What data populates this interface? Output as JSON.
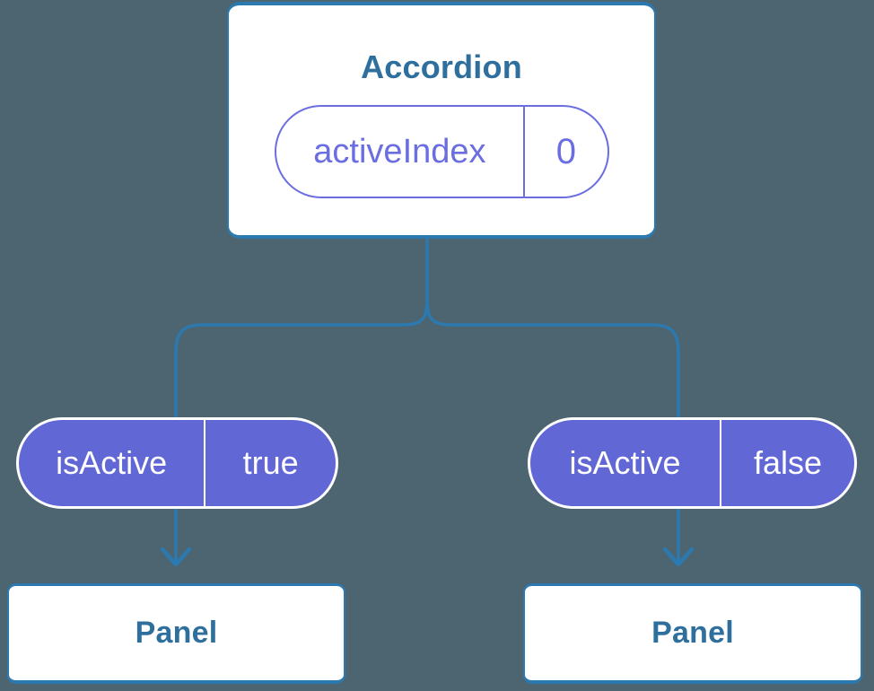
{
  "diagram": {
    "description": "Component tree diagram",
    "root": {
      "title": "Accordion",
      "state": {
        "name": "activeIndex",
        "value": "0"
      }
    },
    "children": [
      {
        "prop": {
          "name": "isActive",
          "value": "true"
        },
        "component": "Panel"
      },
      {
        "prop": {
          "name": "isActive",
          "value": "false"
        },
        "component": "Panel"
      }
    ],
    "colors": {
      "background": "#4d6570",
      "line": "#2b79af",
      "component_text": "#2f6f9d",
      "prop_fill": "#6267d6",
      "state_accent": "#6a6ee0",
      "card_fill": "#ffffff"
    }
  }
}
